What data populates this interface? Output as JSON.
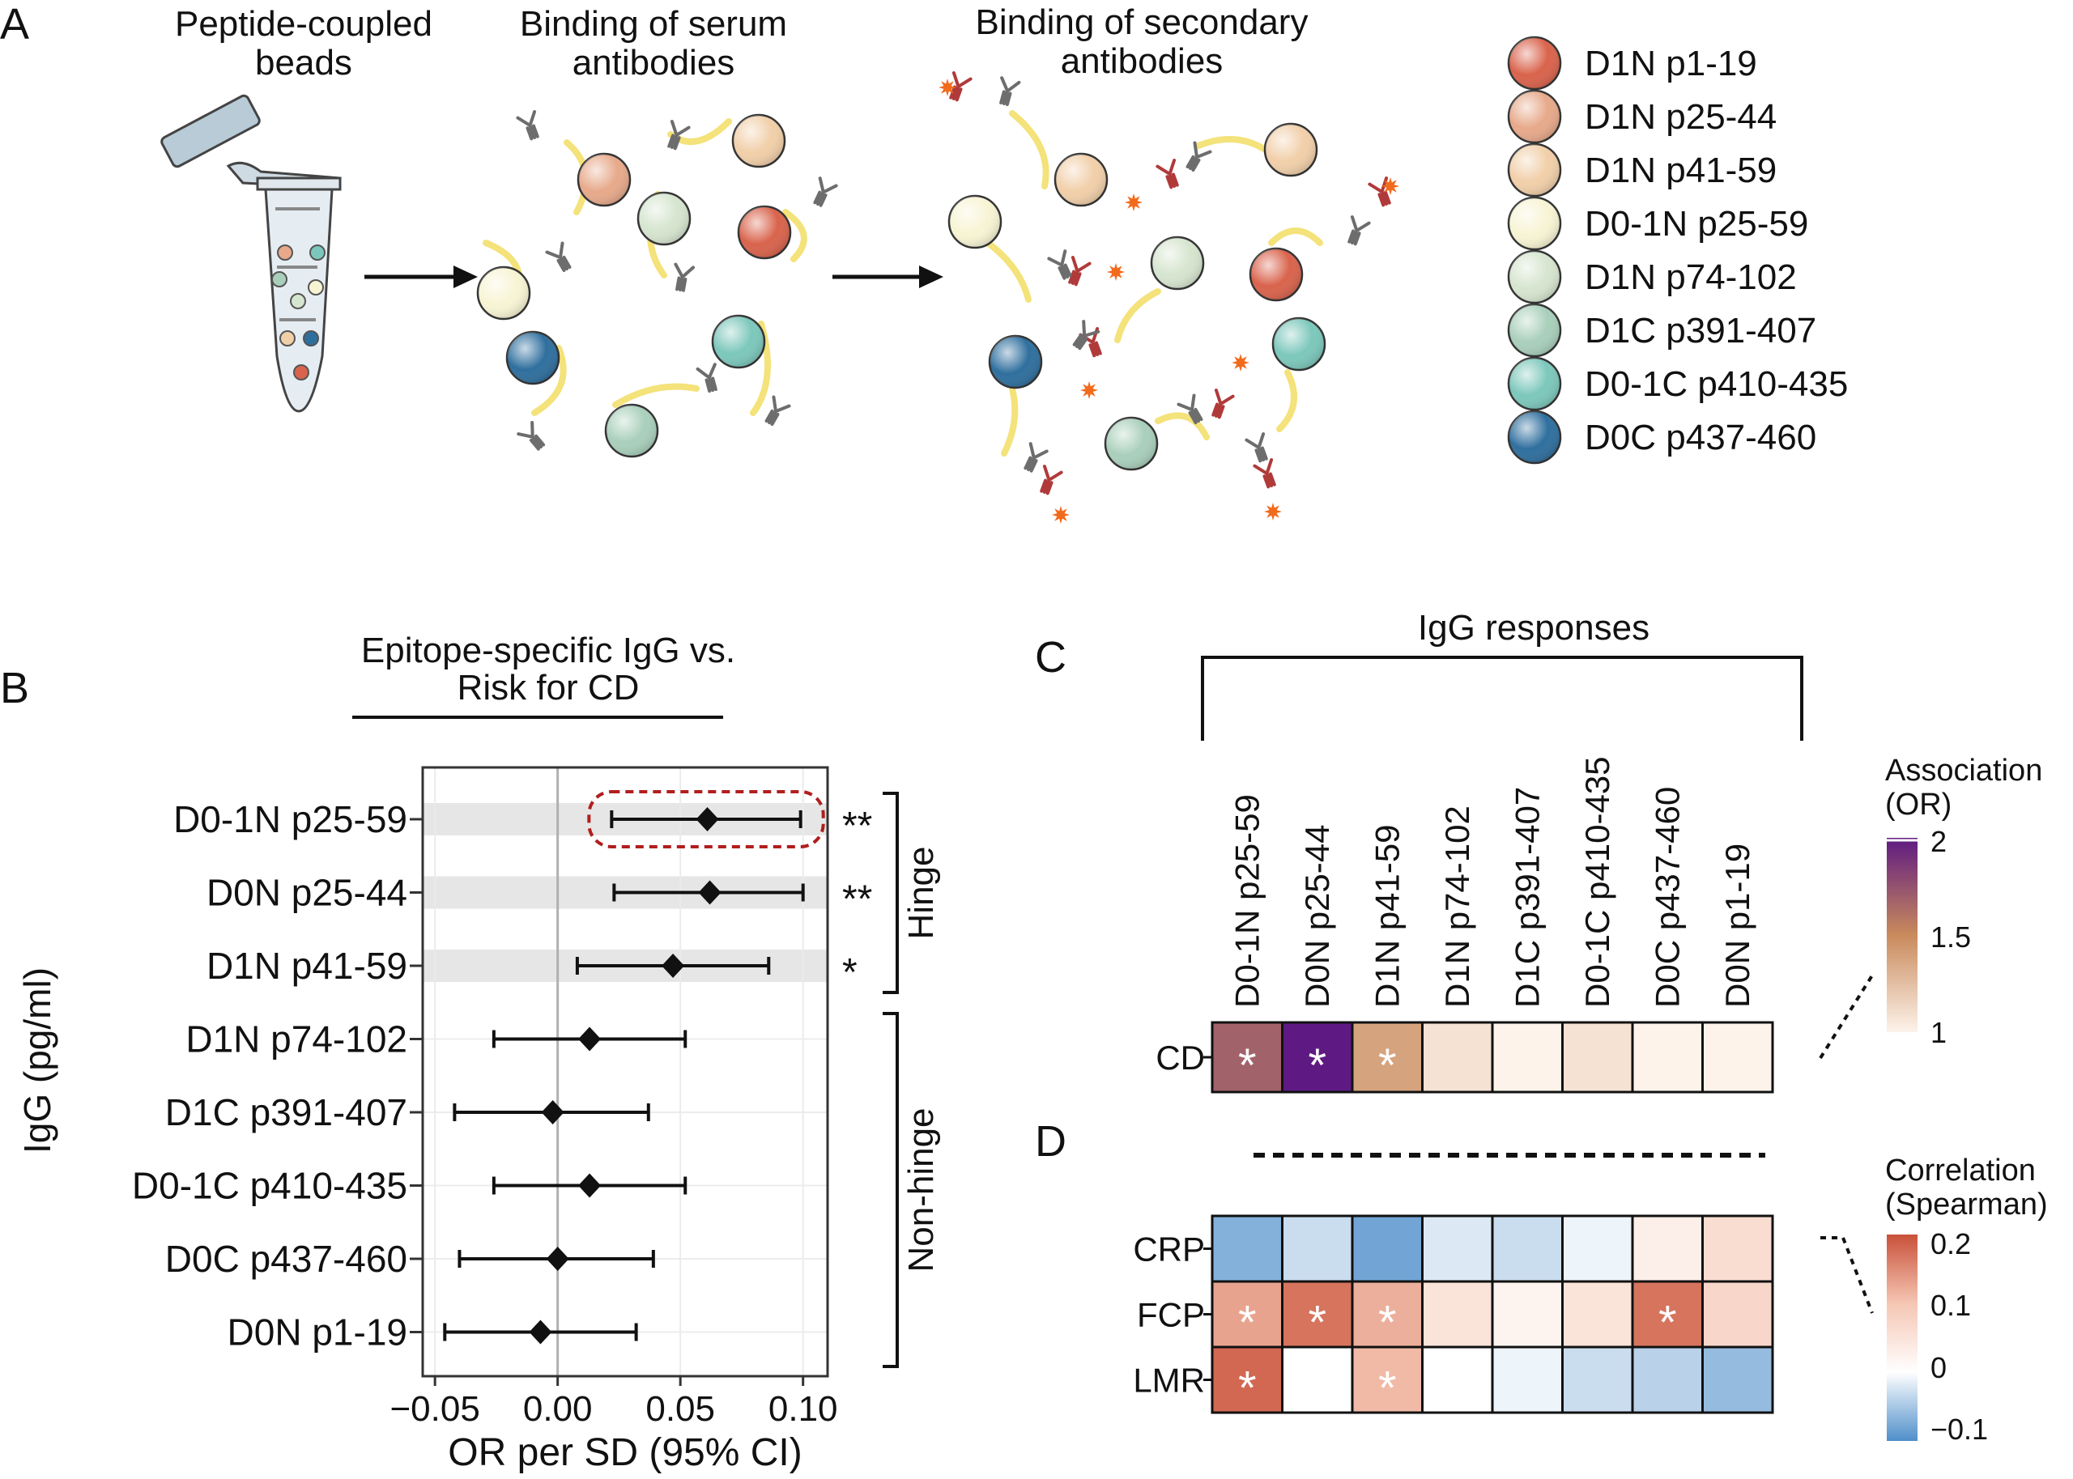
{
  "panel_a": {
    "letter": "A",
    "step1_title": [
      "Peptide-coupled",
      "beads"
    ],
    "step2_title": [
      "Binding of serum",
      "antibodies"
    ],
    "step3_title": [
      "Binding of secondary",
      "antibodies"
    ],
    "legend": [
      {
        "label": "D1N p1-19",
        "color": "#d9634c"
      },
      {
        "label": "D1N p25-44",
        "color": "#e7a98a"
      },
      {
        "label": "D1N p41-59",
        "color": "#f1cfa9"
      },
      {
        "label": "D0-1N p25-59",
        "color": "#f7f4d4"
      },
      {
        "label": "D1N p74-102",
        "color": "#d6e5cf"
      },
      {
        "label": "D1C p391-407",
        "color": "#a9cfbb"
      },
      {
        "label": "D0-1C p410-435",
        "color": "#7cc7bb"
      },
      {
        "label": "D0C p437-460",
        "color": "#2f6f9e"
      }
    ]
  },
  "panel_b": {
    "letter": "B",
    "title": [
      "Epitope-specific IgG vs.",
      "Risk for CD"
    ],
    "ylabel": "IgG (pg/ml)",
    "group_hinge": "Hinge",
    "group_nonhinge": "Non-hinge"
  },
  "panel_c": {
    "letter": "C",
    "title": "IgG responses",
    "legend_title": [
      "Association",
      "(OR)"
    ],
    "legend_ticks": [
      "2",
      "1.5",
      "1"
    ],
    "legend_colors": [
      "#5e1a82",
      "#c98a5c",
      "#fdf3ea"
    ]
  },
  "panel_d": {
    "letter": "D",
    "legend_title": [
      "Correlation",
      "(Spearman)"
    ],
    "legend_ticks": [
      "0.2",
      "0.1",
      "0",
      "−0.1"
    ],
    "legend_colors": [
      "#c9513a",
      "#f5c6b3",
      "#ffffff",
      "#4f8fca"
    ]
  },
  "chart_data": [
    {
      "type": "scatter",
      "subtype": "forest",
      "title": "Epitope-specific IgG vs. Risk for CD",
      "xlabel": "OR per SD (95% CI)",
      "ylabel": "IgG (pg/ml)",
      "xlim": [
        -0.055,
        0.11
      ],
      "xticks": [
        -0.05,
        0.0,
        0.05,
        0.1
      ],
      "xtick_labels": [
        "−0.05",
        "0.00",
        "0.05",
        "0.10"
      ],
      "rows": [
        {
          "label": "D0-1N p25-59",
          "est": 0.061,
          "lo": 0.022,
          "hi": 0.099,
          "sig": "**",
          "group": "Hinge",
          "shaded": true,
          "highlight": true
        },
        {
          "label": "D0N p25-44",
          "est": 0.062,
          "lo": 0.023,
          "hi": 0.1,
          "sig": "**",
          "group": "Hinge",
          "shaded": true,
          "highlight": false
        },
        {
          "label": "D1N p41-59",
          "est": 0.047,
          "lo": 0.008,
          "hi": 0.086,
          "sig": "*",
          "group": "Hinge",
          "shaded": true,
          "highlight": false
        },
        {
          "label": "D1N p74-102",
          "est": 0.013,
          "lo": -0.026,
          "hi": 0.052,
          "sig": "",
          "group": "Non-hinge",
          "shaded": false,
          "highlight": false
        },
        {
          "label": "D1C p391-407",
          "est": -0.002,
          "lo": -0.042,
          "hi": 0.037,
          "sig": "",
          "group": "Non-hinge",
          "shaded": false,
          "highlight": false
        },
        {
          "label": "D0-1C p410-435",
          "est": 0.013,
          "lo": -0.026,
          "hi": 0.052,
          "sig": "",
          "group": "Non-hinge",
          "shaded": false,
          "highlight": false
        },
        {
          "label": "D0C p437-460",
          "est": 0.0,
          "lo": -0.04,
          "hi": 0.039,
          "sig": "",
          "group": "Non-hinge",
          "shaded": false,
          "highlight": false
        },
        {
          "label": "D0N p1-19",
          "est": -0.007,
          "lo": -0.046,
          "hi": 0.032,
          "sig": "",
          "group": "Non-hinge",
          "shaded": false,
          "highlight": false
        }
      ]
    },
    {
      "type": "heatmap",
      "title": "IgG responses",
      "columns": [
        "D0-1N p25-59",
        "D0N p25-44",
        "D1N p41-59",
        "D1N p74-102",
        "D1C p391-407",
        "D0-1C p410-435",
        "D0C p437-460",
        "D0N p1-19"
      ],
      "rows": [
        "CD"
      ],
      "values": [
        [
          1.68,
          2.0,
          1.38,
          1.08,
          1.0,
          1.08,
          1.0,
          1.0
        ]
      ],
      "significant": [
        [
          true,
          true,
          true,
          false,
          false,
          false,
          false,
          false
        ]
      ],
      "legend": "Association (OR)",
      "range": [
        1,
        2
      ]
    },
    {
      "type": "heatmap",
      "columns": [
        "D0-1N p25-59",
        "D0N p25-44",
        "D1N p41-59",
        "D1N p74-102",
        "D1C p391-407",
        "D0-1C p410-435",
        "D0C p437-460",
        "D0N p1-19"
      ],
      "rows": [
        "CRP",
        "FCP",
        "LMR"
      ],
      "values": [
        [
          -0.07,
          -0.03,
          -0.08,
          -0.02,
          -0.03,
          -0.01,
          0.03,
          0.06
        ],
        [
          0.13,
          0.17,
          0.12,
          0.05,
          0.02,
          0.05,
          0.17,
          0.07
        ],
        [
          0.18,
          0.0,
          0.11,
          0.0,
          -0.01,
          -0.03,
          -0.04,
          -0.06
        ]
      ],
      "significant": [
        [
          false,
          false,
          false,
          false,
          false,
          false,
          false,
          false
        ],
        [
          true,
          true,
          true,
          false,
          false,
          false,
          true,
          false
        ],
        [
          true,
          false,
          true,
          false,
          false,
          false,
          false,
          false
        ]
      ],
      "legend": "Correlation (Spearman)",
      "range": [
        -0.1,
        0.2
      ]
    }
  ]
}
